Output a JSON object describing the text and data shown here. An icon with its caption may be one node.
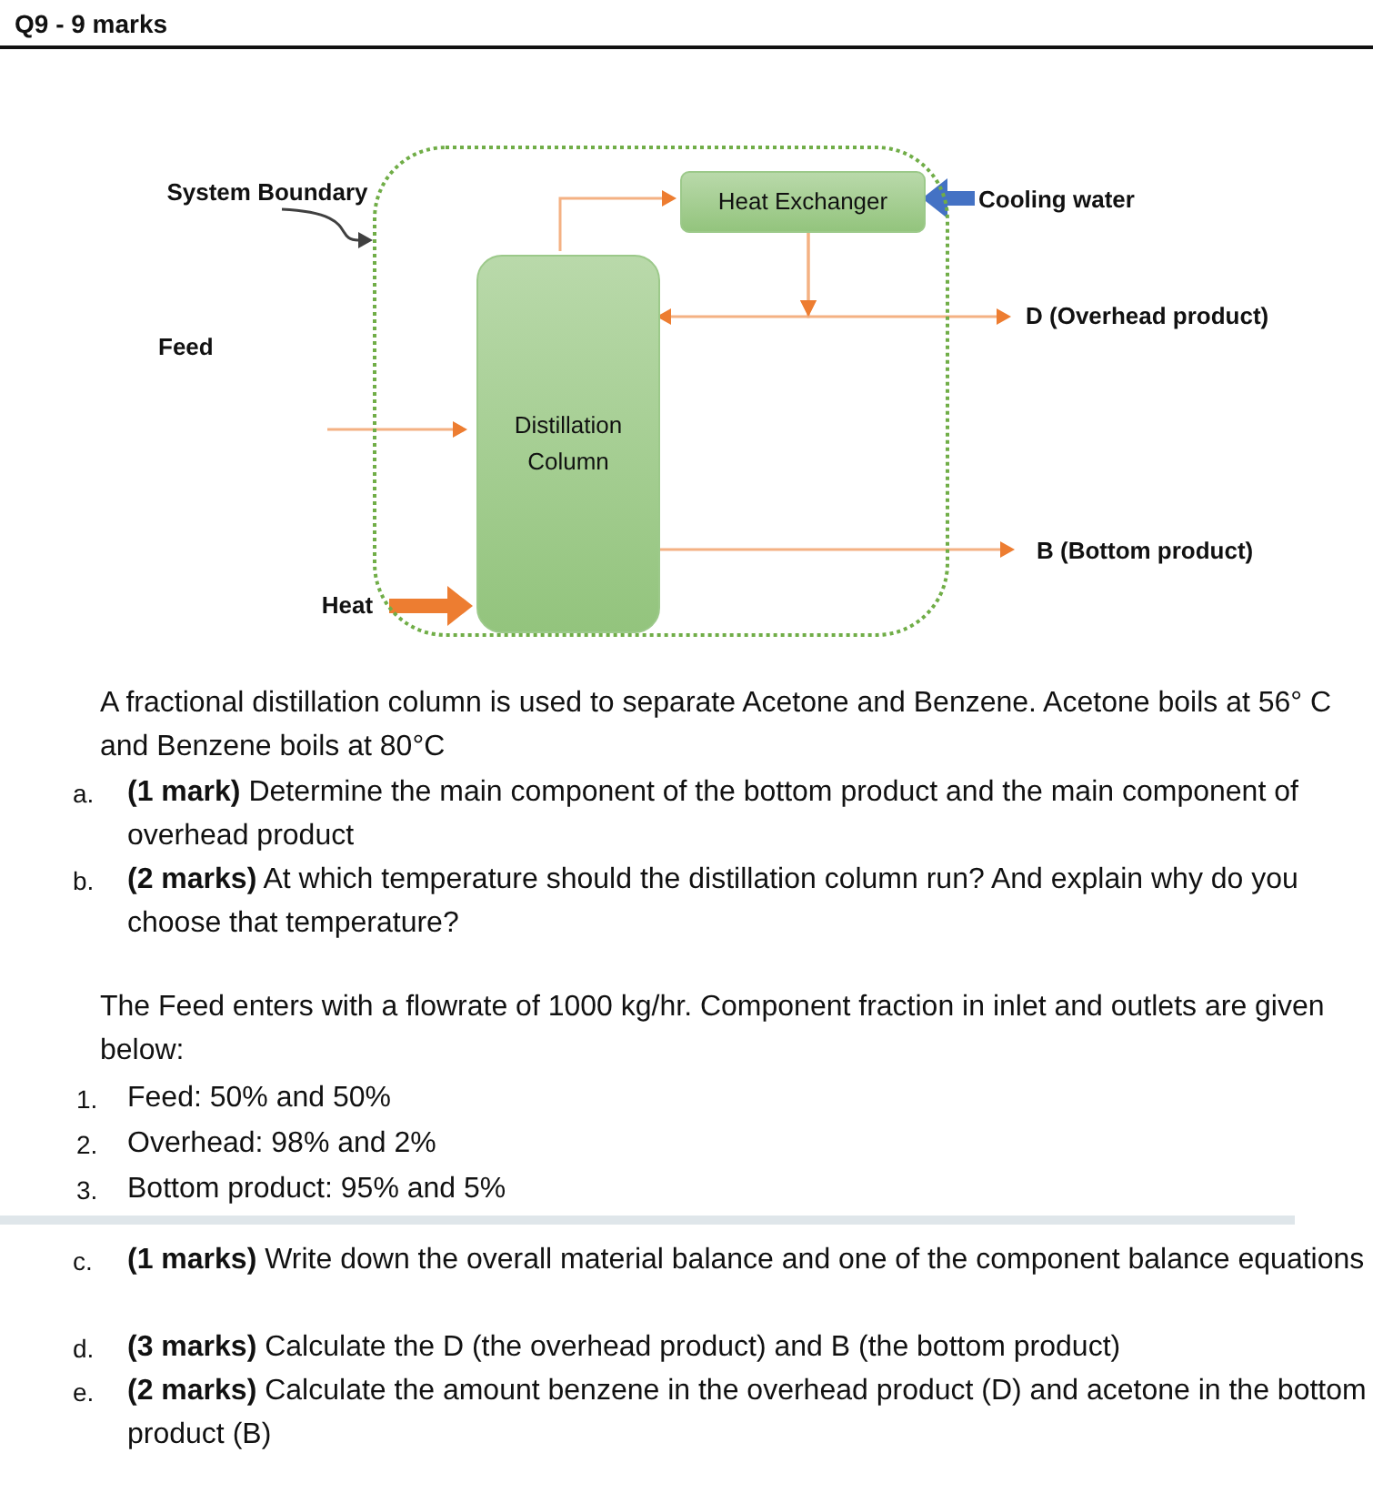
{
  "diagram": {
    "title": "Q9 - 9 marks",
    "nodes": [
      {
        "text": [],
        "shape": "box"
      },
      {
        "text": [
          "System Boundary"
        ]
      },
      {
        "text": [
          "Heat Exchanger"
        ],
        "in": 0
      },
      {
        "text": [
          "Distillation Column"
        ],
        "in": 0
      },
      {
        "text": [
          "Cooling water"
        ]
      },
      {
        "text": [
          "D (Overhead product)"
        ]
      },
      {
        "text": [
          "B (Bottom product)"
        ]
      },
      {
        "text": [
          "Heat"
        ]
      }
    ],
    "edges": [
      {
        "from": 1,
        "to": 0,
        "arrow": "to",
        "color": "#404040"
      },
      {
        "from": 3,
        "to": 2,
        "arrow": "to"
      },
      {
        "from": 4,
        "to": 2,
        "arrow": "to",
        "style": "thick",
        "color": "#4472c4"
      },
      {
        "from": 2,
        "to": 3,
        "arrow": "to"
      },
      {
        "from": 2,
        "to": 5,
        "arrow": "to"
      },
      {
        "from": 3,
        "to": 6,
        "arrow": "to"
      },
      {
        "from": 7,
        "to": 3,
        "arrow": "to",
        "style": "thick",
        "color": "#ed7d31"
      },
      {
        "from": null,
        "to": 3,
        "arrow": "to"
      }
    ],
    "labels": [
      "Feed",
      "A fractional distillation column is used to separate Acetone and Benzene. Acetone boils at 56° C and Benzene boils at 80°C",
      "a.",
      "**(1 mark)** Determine the main component of the bottom product and the main component of overhead product",
      "b.",
      "**(2 marks)** At which temperature should the distillation column run? And explain why do you choose that temperature?",
      "The Feed enters with a flowrate of 1000 kg/hr. Component fraction in inlet and outlets are given below:",
      "1.",
      "Feed: 50% and 50%",
      "2.",
      "Overhead: 98% and 2%",
      "3.",
      "Bottom product: 95% and 5%",
      "c.",
      "**(1 marks)** Write down the overall material balance and one of the component balance equations",
      "d.",
      "**(3 marks)** Calculate the D (the overhead product) and B (the bottom product)",
      "e.",
      "**(2 marks)** Calculate the amount benzene in the overhead product (D) and acetone in the bottom product (B)"
    ]
  }
}
